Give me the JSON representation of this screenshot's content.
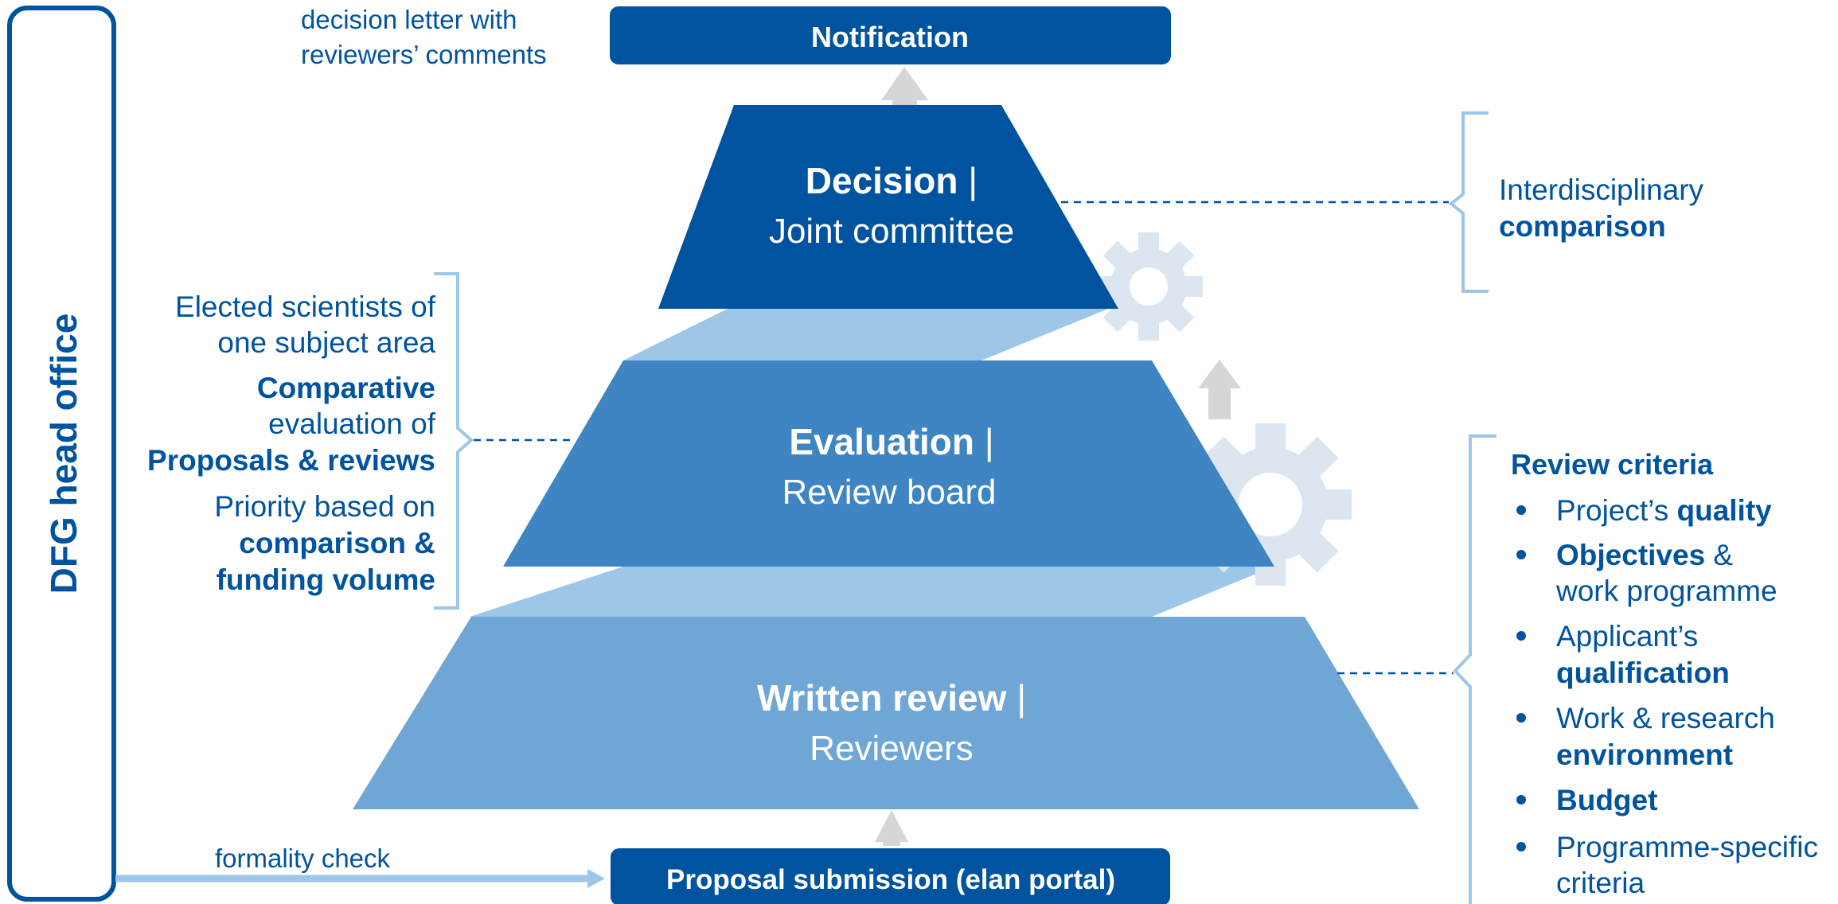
{
  "side_label": "DFG head office",
  "notification": {
    "label": "Notification",
    "note_line1": "decision letter with",
    "note_line2": "reviewers’ comments"
  },
  "decision": {
    "bold": "Decision",
    "sep": " |",
    "sub": "Joint committee"
  },
  "evaluation": {
    "bold": "Evaluation",
    "sep": " |",
    "sub": "Review board"
  },
  "written": {
    "bold": "Written review",
    "sep": " |",
    "sub": "Reviewers"
  },
  "submission": {
    "label": "Proposal submission (elan portal)",
    "formality": "formality check"
  },
  "interdisciplinary": {
    "line1": "Interdisciplinary",
    "line2": "comparison"
  },
  "review_board_notes": {
    "l1": "Elected scientists of",
    "l2": "one subject area",
    "l3": "Comparative",
    "l4": "evaluation of",
    "l5": "Proposals & reviews",
    "l6": "Priority based on",
    "l7": "comparison &",
    "l8": "funding volume"
  },
  "criteria": {
    "title": "Review criteria",
    "items": [
      {
        "a": "Project’s ",
        "b": "quality"
      },
      {
        "a": "Objectives",
        "b": " &",
        "c": "work programme"
      },
      {
        "a": "Applicant’s",
        "b": "qualification"
      },
      {
        "a": "Work & research",
        "b": "environment"
      },
      {
        "a": "Budget"
      },
      {
        "a": "Programme-specific",
        "b": "criteria"
      }
    ]
  },
  "colors": {
    "dark_blue": "#00539f",
    "mid_blue": "#3f84c3",
    "light_blue": "#6fa6d6",
    "pale_blue": "#9dc6e8",
    "gear": "#dce6f1",
    "arrow_grey": "#d6d6d6"
  }
}
